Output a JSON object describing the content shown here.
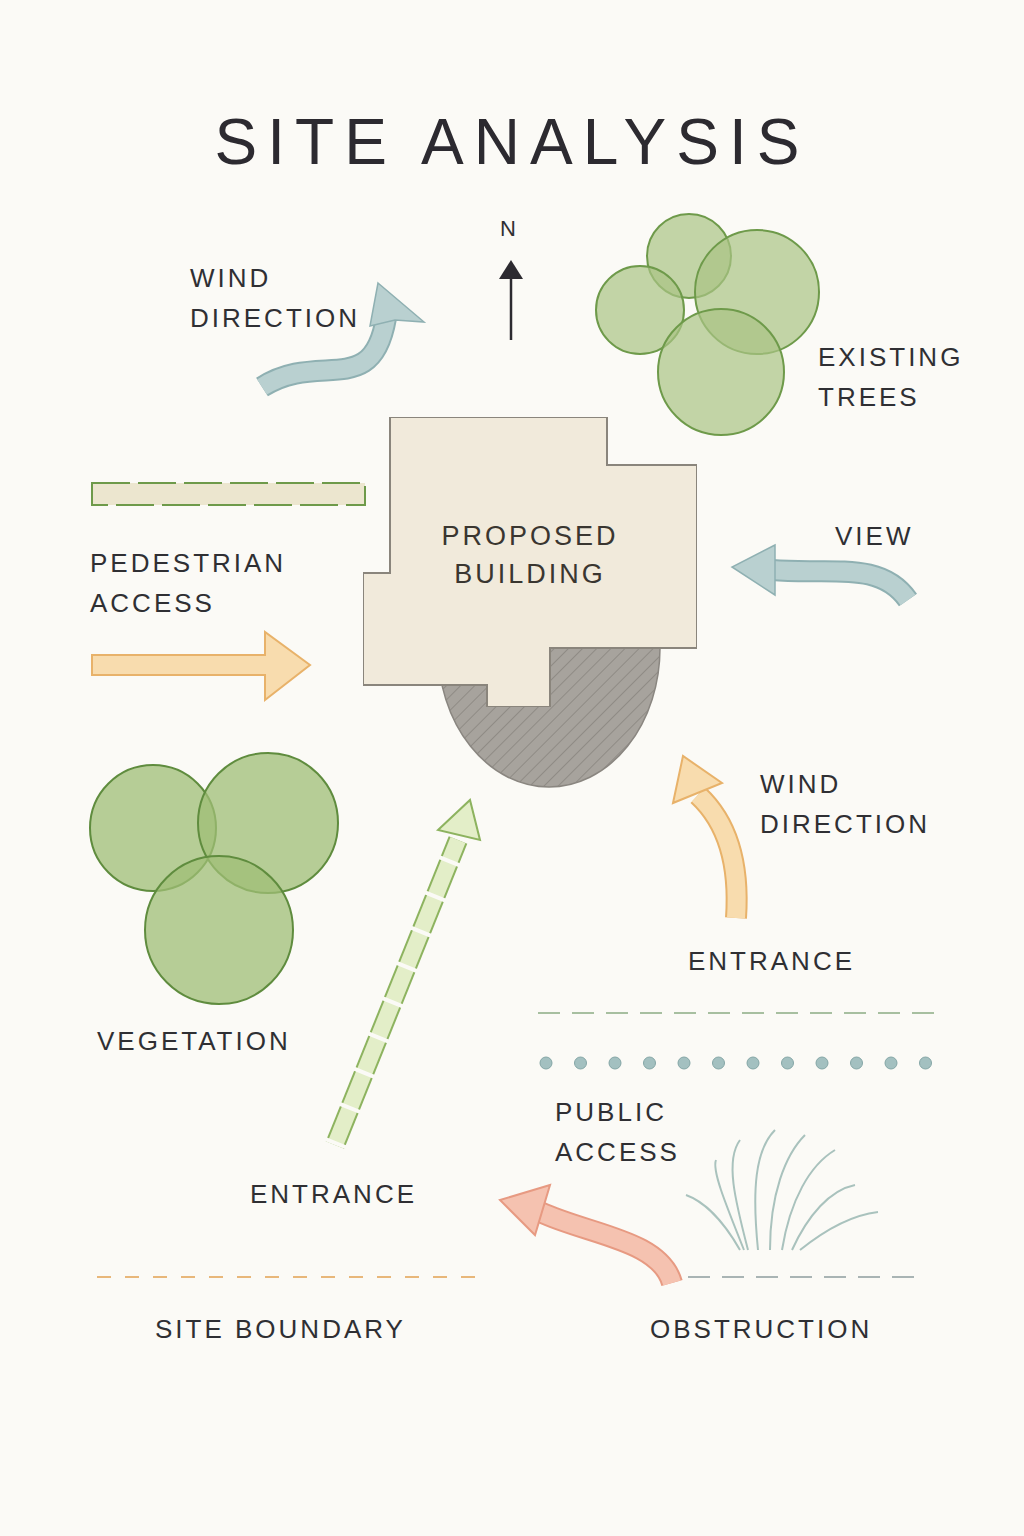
{
  "diagram": {
    "title": "SITE ANALYSIS",
    "nodes": [
      {
        "text": [
          "PROPOSED BUILDING"
        ]
      }
    ],
    "labels": [
      "N",
      "WIND DIRECTION",
      "EXISTING TREES",
      "VIEW",
      "PEDESTRIAN ACCESS",
      "WIND DIRECTION",
      "ENTRANCE",
      "VEGETATION",
      "PUBLIC ACCESS",
      "ENTRANCE",
      "SITE BOUNDARY",
      "OBSTRUCTION"
    ]
  }
}
